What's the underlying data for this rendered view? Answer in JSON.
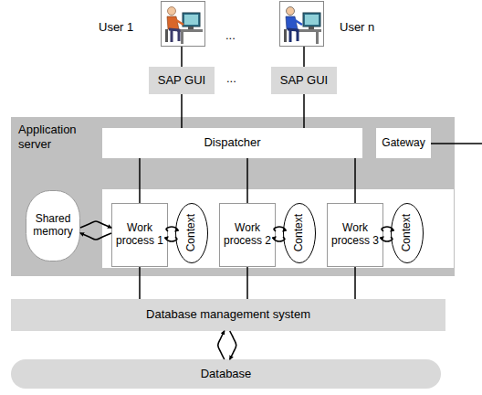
{
  "diagram": {
    "nodes": [
      {
        "text": [
          "SAP GUI"
        ]
      },
      {
        "text": [
          "SAP GUI"
        ]
      },
      {
        "text": [
          "Application server"
        ]
      },
      {
        "text": [
          "Dispatcher"
        ],
        "in": 2
      },
      {
        "text": [
          "Gateway"
        ],
        "in": 2
      },
      {
        "text": [
          "Shared memory"
        ],
        "in": 2
      },
      {
        "text": [
          "Work process 1"
        ],
        "in": 2
      },
      {
        "text": [
          "Context"
        ],
        "in": 2
      },
      {
        "text": [
          "Work process 2"
        ],
        "in": 2
      },
      {
        "text": [
          "Context"
        ],
        "in": 2
      },
      {
        "text": [
          "Work process 3"
        ],
        "in": 2
      },
      {
        "text": [
          "Context"
        ],
        "in": 2
      },
      {
        "text": [
          "Database management system"
        ]
      },
      {
        "text": [
          "Database"
        ]
      }
    ],
    "edges": [
      {
        "from": 0,
        "to": 3,
        "arrow": "none"
      },
      {
        "from": 1,
        "to": 3,
        "arrow": "none"
      },
      {
        "from": 3,
        "to": 6,
        "arrow": "none"
      },
      {
        "from": 3,
        "to": 8,
        "arrow": "none"
      },
      {
        "from": 3,
        "to": 10,
        "arrow": "none"
      },
      {
        "from": 6,
        "to": 12,
        "arrow": "none"
      },
      {
        "from": 8,
        "to": 12,
        "arrow": "none"
      },
      {
        "from": 10,
        "to": 12,
        "arrow": "none"
      },
      {
        "from": 5,
        "to": 6,
        "arrow": "both"
      },
      {
        "from": 6,
        "to": 7,
        "arrow": "both"
      },
      {
        "from": 8,
        "to": 9,
        "arrow": "both"
      },
      {
        "from": 10,
        "to": 11,
        "arrow": "both"
      },
      {
        "from": 12,
        "to": 13,
        "arrow": "both"
      }
    ],
    "labels": [
      "User 1",
      "...",
      "User n",
      "..."
    ]
  }
}
